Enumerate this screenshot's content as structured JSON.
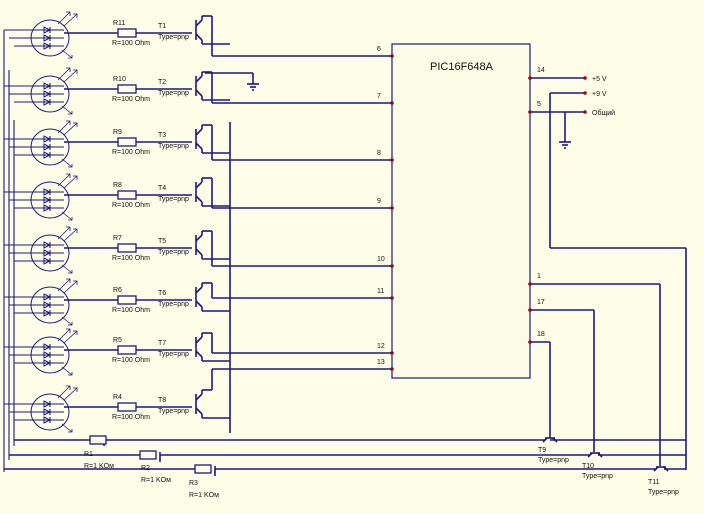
{
  "chip": {
    "name": "PIC16F648A",
    "left_pins": [
      "6",
      "7",
      "8",
      "9",
      "10",
      "11",
      "12",
      "13"
    ],
    "right_pins": [
      "14",
      "5",
      "1",
      "17",
      "18"
    ]
  },
  "power": {
    "plus5": "+5 V",
    "plus9": "+9 V",
    "common": "Общий"
  },
  "channels": [
    {
      "resistor": "R11",
      "resistor_value": "R=100 Ohm",
      "transistor": "T1",
      "transistor_type": "Type=pnp"
    },
    {
      "resistor": "R10",
      "resistor_value": "R=100 Ohm",
      "transistor": "T2",
      "transistor_type": "Type=pnp"
    },
    {
      "resistor": "R9",
      "resistor_value": "R=100 Ohm",
      "transistor": "T3",
      "transistor_type": "Type=pnp"
    },
    {
      "resistor": "R8",
      "resistor_value": "R=100 Ohm",
      "transistor": "T4",
      "transistor_type": "Type=pnp"
    },
    {
      "resistor": "R7",
      "resistor_value": "R=100 Ohm",
      "transistor": "T5",
      "transistor_type": "Type=pnp"
    },
    {
      "resistor": "R6",
      "resistor_value": "R=100 Ohm",
      "transistor": "T6",
      "transistor_type": "Type=pnp"
    },
    {
      "resistor": "R5",
      "resistor_value": "R=100 Ohm",
      "transistor": "T7",
      "transistor_type": "Type=pnp"
    },
    {
      "resistor": "R4",
      "resistor_value": "R=100 Ohm",
      "transistor": "T8",
      "transistor_type": "Type=pnp"
    }
  ],
  "bottom": {
    "resistors": [
      {
        "name": "R1",
        "value": "R=1 KОм"
      },
      {
        "name": "R2",
        "value": "R=1 KОм"
      },
      {
        "name": "R3",
        "value": "R=1 KОм"
      }
    ],
    "transistors": [
      {
        "name": "T9",
        "type": "Type=pnp"
      },
      {
        "name": "T10",
        "type": "Type=pnp"
      },
      {
        "name": "T11",
        "type": "Type=pnp"
      }
    ]
  },
  "colors": {
    "background": "#fdfde8",
    "wire": "#1a1a80",
    "pin_dot": "#b00000"
  }
}
